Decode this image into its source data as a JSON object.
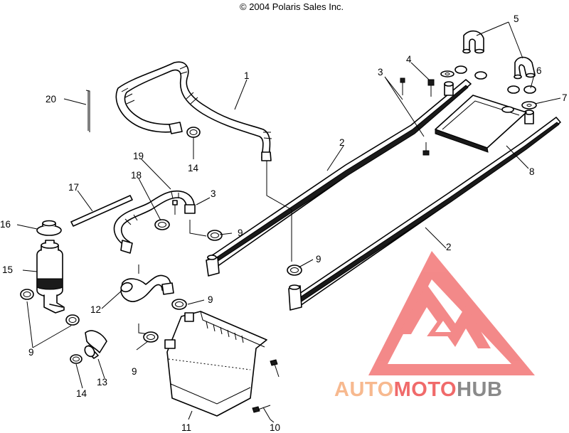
{
  "copyright": "© 2004 Polaris Sales Inc.",
  "callouts": [
    "1",
    "2",
    "2",
    "3",
    "3",
    "4",
    "5",
    "6",
    "7",
    "8",
    "9",
    "9",
    "9",
    "9",
    "9",
    "10",
    "11",
    "12",
    "13",
    "14",
    "14",
    "15",
    "16",
    "17",
    "18",
    "19",
    "20"
  ],
  "watermark": {
    "word_light": "AUTO",
    "word_mid": "MOTO",
    "word_dark": "HUB",
    "color_light": "#f7b98f",
    "color_mid": "#f06a6a",
    "color_dark": "#8a8a8a"
  }
}
